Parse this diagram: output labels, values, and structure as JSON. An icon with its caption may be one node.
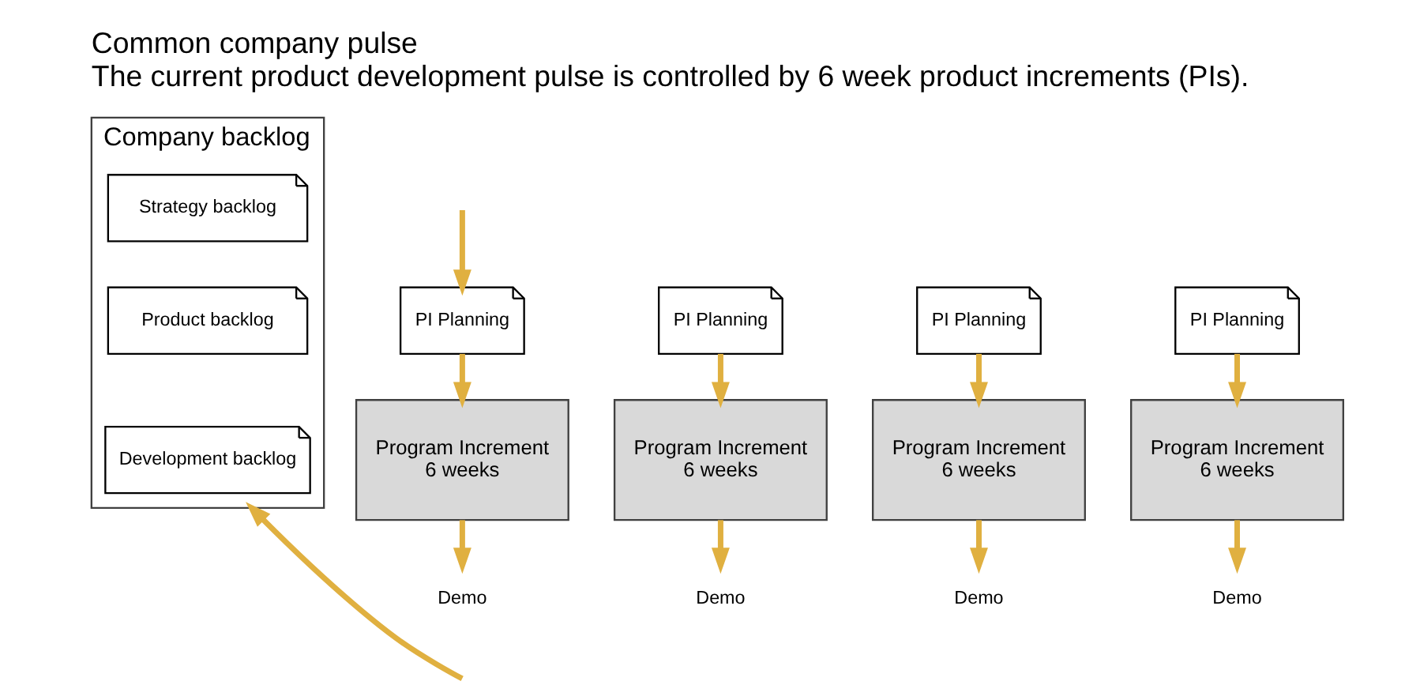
{
  "diagram": {
    "title": "Common company pulse",
    "caption": "The current product development pulse is controlled by 6 week product increments (PIs).",
    "nodes": [
      {
        "text": [
          "Company backlog"
        ]
      },
      {
        "text": [
          "Strategy backlog"
        ],
        "in": 0
      },
      {
        "text": [
          "Product backlog"
        ],
        "in": 0
      },
      {
        "text": [
          "Development backlog"
        ],
        "in": 0
      },
      {
        "text": [
          "PI Planning"
        ]
      },
      {
        "text": [
          "PI Planning"
        ]
      },
      {
        "text": [
          "PI Planning"
        ]
      },
      {
        "text": [
          "PI Planning"
        ]
      },
      {
        "text": [
          "Program Increment",
          "6 weeks"
        ]
      },
      {
        "text": [
          "Program Increment",
          "6 weeks"
        ]
      },
      {
        "text": [
          "Program Increment",
          "6 weeks"
        ]
      },
      {
        "text": [
          "Program Increment",
          "6 weeks"
        ]
      },
      {
        "text": [
          "Demo"
        ]
      },
      {
        "text": [
          "Demo"
        ]
      },
      {
        "text": [
          "Demo"
        ]
      },
      {
        "text": [
          "Demo"
        ]
      }
    ],
    "edges": [
      {
        "from": null,
        "to": 4,
        "arrow": "to"
      },
      {
        "from": 4,
        "to": 8,
        "arrow": "to"
      },
      {
        "from": 5,
        "to": 9,
        "arrow": "to"
      },
      {
        "from": 6,
        "to": 10,
        "arrow": "to"
      },
      {
        "from": 7,
        "to": 11,
        "arrow": "to"
      },
      {
        "from": 8,
        "to": 12,
        "arrow": "to"
      },
      {
        "from": 9,
        "to": 13,
        "arrow": "to"
      },
      {
        "from": 10,
        "to": 14,
        "arrow": "to"
      },
      {
        "from": 11,
        "to": 15,
        "arrow": "to"
      },
      {
        "from": null,
        "to": 0,
        "arrow": "to"
      }
    ]
  }
}
